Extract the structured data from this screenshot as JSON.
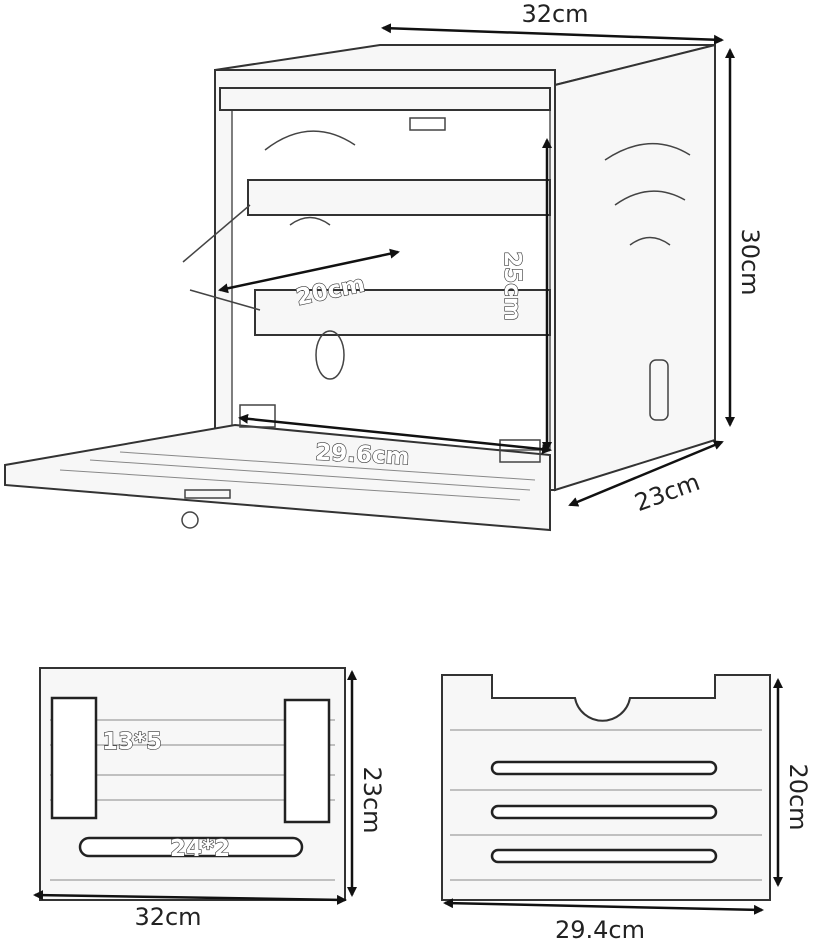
{
  "product_view": {
    "width_label": "32cm",
    "height_label": "30cm",
    "depth_label": "23cm",
    "shelf_height_label": "25cm",
    "shelf_depth_label": "20cm",
    "door_width_label": "29.6cm"
  },
  "bottom_panel": {
    "cutout_label": "13*5",
    "slot_label": "24*2",
    "depth_label": "23cm",
    "width_label": "32cm"
  },
  "back_panel": {
    "height_label": "20cm",
    "width_label": "29.4cm"
  }
}
